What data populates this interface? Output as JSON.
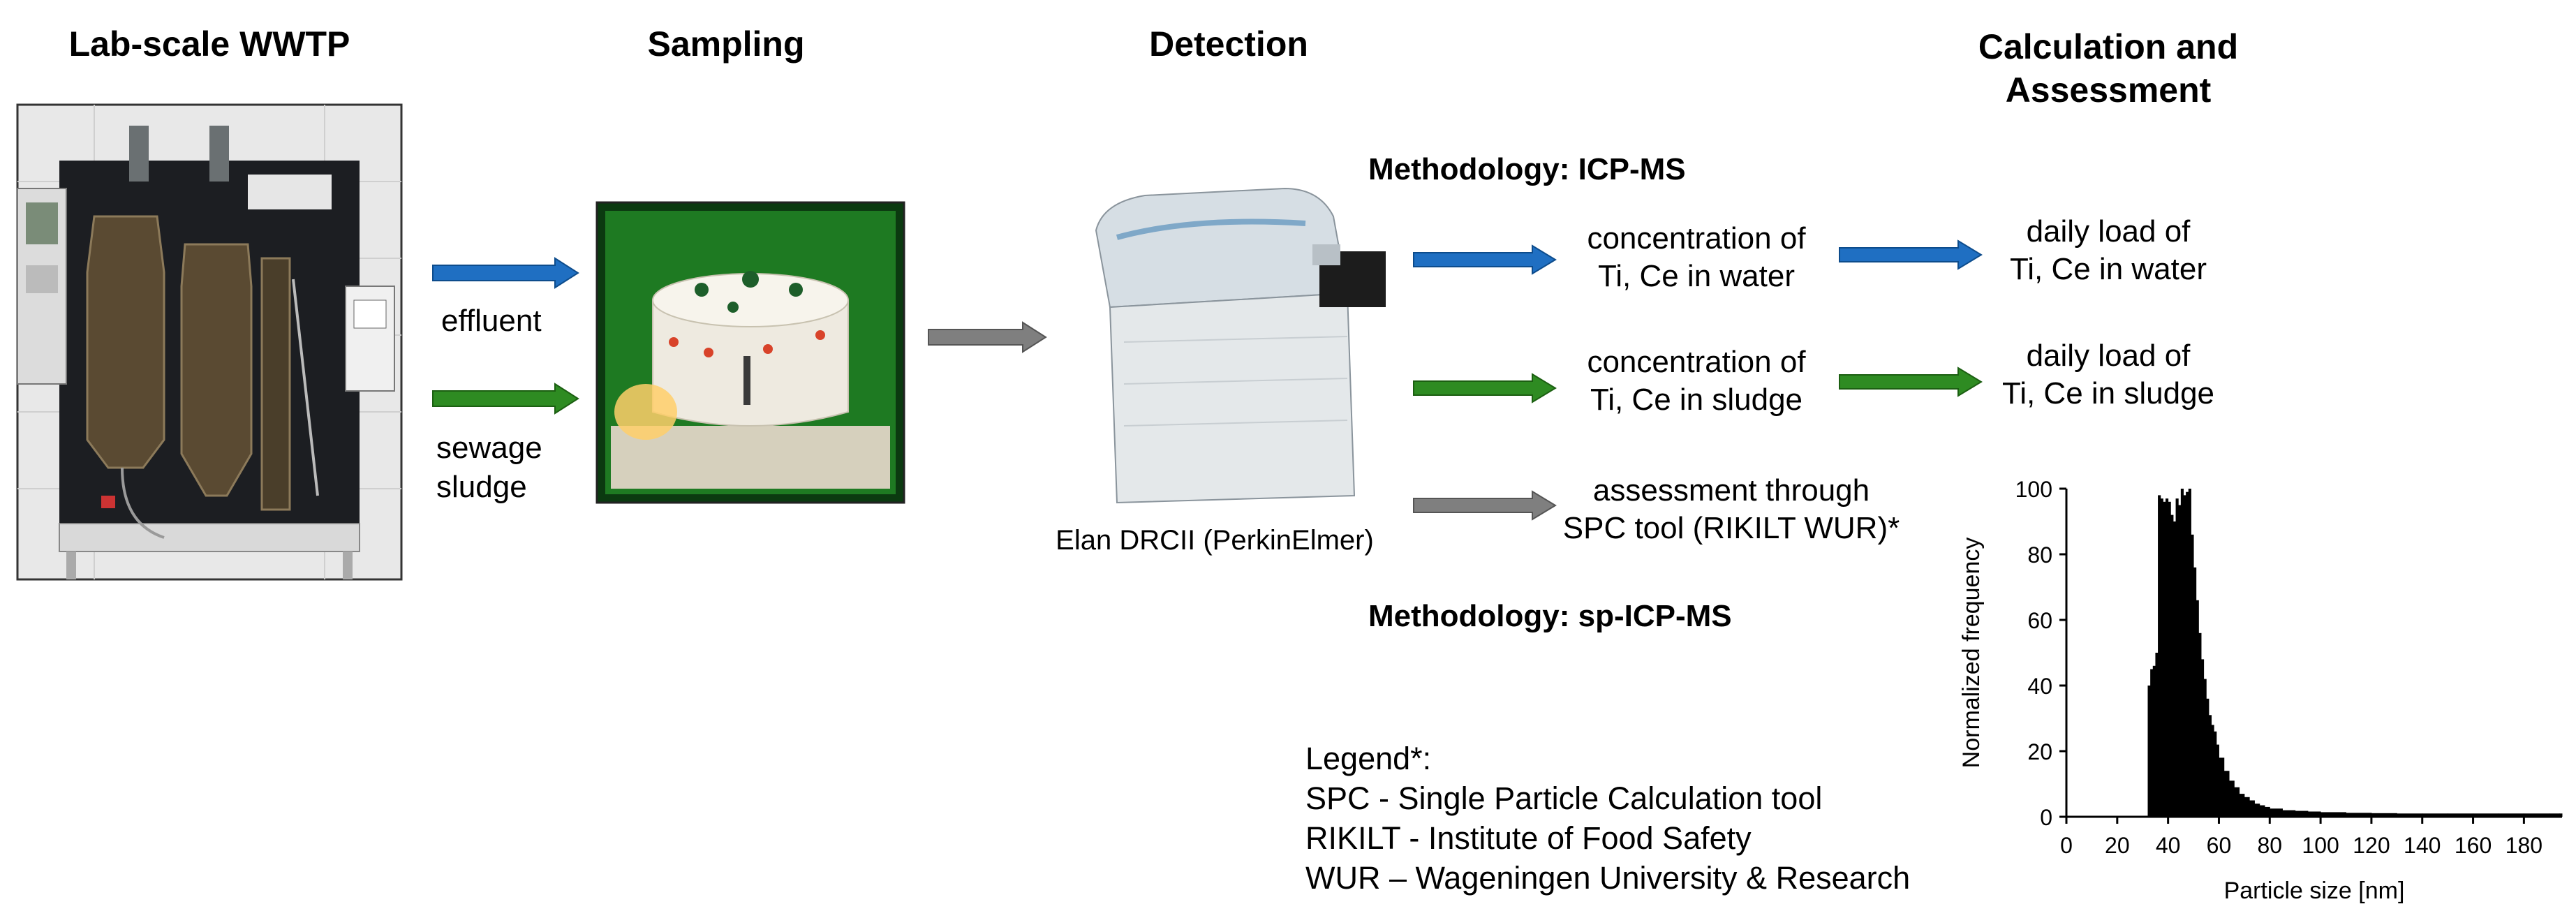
{
  "headers": {
    "stage1": "Lab-scale WWTP",
    "stage2": "Sampling",
    "stage3": "Detection",
    "stage4_line1": "Calculation and",
    "stage4_line2": "Assessment"
  },
  "inputs": {
    "effluent": "effluent",
    "sludge_line1": "sewage",
    "sludge_line2": "sludge"
  },
  "instrument_caption": "Elan DRCII (PerkinElmer)",
  "methods": {
    "icpms": "Methodology: ICP-MS",
    "spicpms": "Methodology: sp-ICP-MS"
  },
  "results": {
    "water_conc_1": "concentration of",
    "water_conc_2": "Ti, Ce in water",
    "sludge_conc_1": "concentration of",
    "sludge_conc_2": "Ti, Ce in sludge",
    "assess_1": "assessment through",
    "assess_2": "SPC tool (RIKILT WUR)*",
    "water_load_1": "daily load of",
    "water_load_2": "Ti, Ce in water",
    "sludge_load_1": "daily load of",
    "sludge_load_2": "Ti, Ce in sludge"
  },
  "legend": {
    "title": "Legend*:",
    "l1": "SPC - Single Particle Calculation tool",
    "l2": "RIKILT - Institute of Food Safety",
    "l3": "WUR – Wageningen University & Research"
  },
  "colors": {
    "blue": "#1f6fc2",
    "green": "#2e8b22",
    "gray": "#7f7f7f"
  },
  "chart_data": {
    "type": "bar",
    "xlabel": "Particle size [nm]",
    "ylabel": "Normalized frequency",
    "xlim": [
      0,
      195
    ],
    "ylim": [
      0,
      100
    ],
    "xticks": [
      0,
      20,
      40,
      60,
      80,
      100,
      120,
      140,
      160,
      180
    ],
    "yticks": [
      0,
      20,
      40,
      60,
      80,
      100
    ],
    "x": [
      32,
      33,
      34,
      35,
      36,
      37,
      38,
      39,
      40,
      41,
      42,
      43,
      44,
      45,
      46,
      47,
      48,
      49,
      50,
      51,
      52,
      53,
      54,
      55,
      56,
      57,
      58,
      59,
      60,
      62,
      64,
      66,
      68,
      70,
      72,
      74,
      76,
      78,
      80,
      85,
      90,
      95,
      100,
      110,
      120,
      130,
      140,
      150,
      160,
      170,
      180,
      190,
      194
    ],
    "values": [
      40,
      45,
      46,
      50,
      98,
      97,
      96,
      97,
      96,
      92,
      90,
      97,
      95,
      100,
      98,
      99,
      100,
      86,
      76,
      66,
      56,
      48,
      42,
      36,
      31,
      28,
      26,
      22,
      18,
      14,
      11,
      9,
      7,
      6,
      5,
      4,
      3.5,
      3,
      2.5,
      2,
      1.8,
      1.6,
      1.4,
      1.2,
      1.1,
      1,
      1,
      1,
      1,
      1,
      1,
      1,
      1
    ]
  }
}
